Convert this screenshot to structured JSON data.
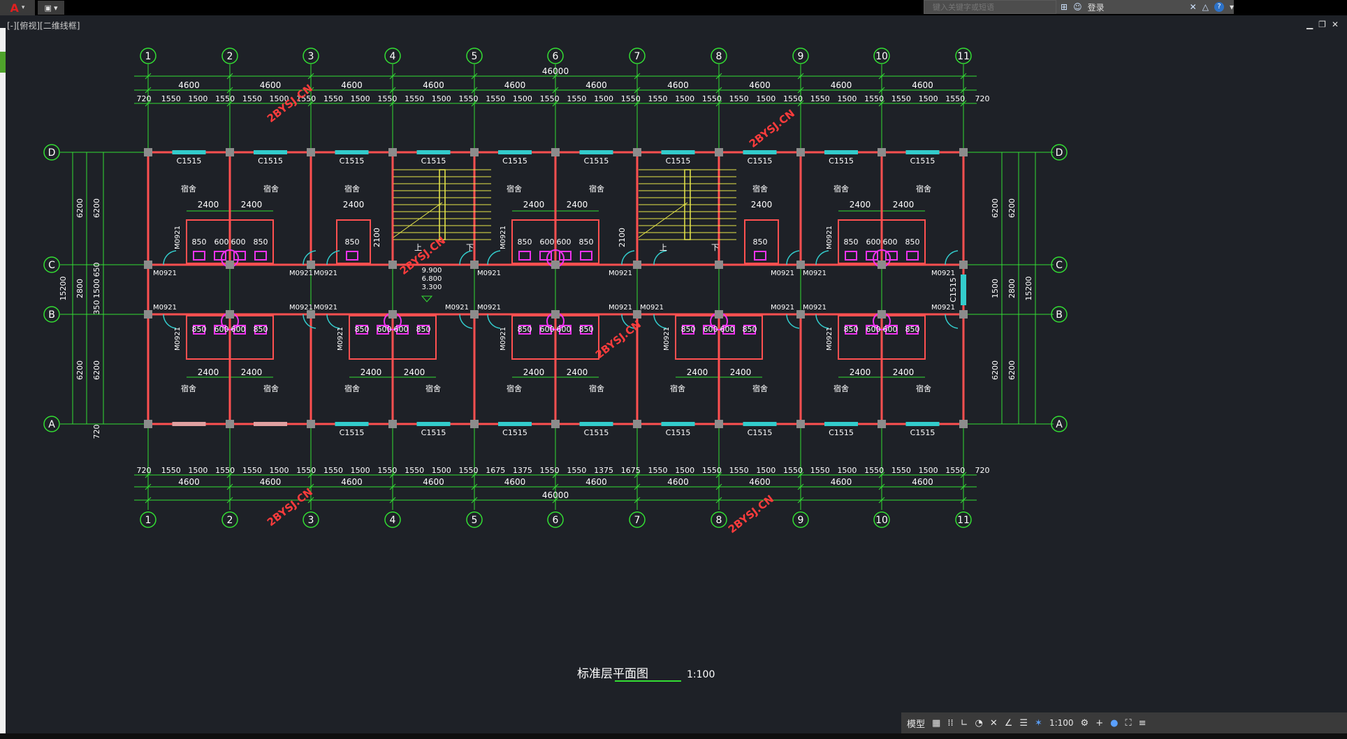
{
  "titlebar": {
    "search_placeholder": "键入关键字或短语",
    "login_label": "登录"
  },
  "viewport": {
    "label": "[-][俯视][二维线框]"
  },
  "drawing": {
    "title": "标准层平面图",
    "scale": "1:100",
    "axis_numbers": [
      "1",
      "2",
      "3",
      "4",
      "5",
      "6",
      "7",
      "8",
      "9",
      "10",
      "11"
    ],
    "axis_letters": [
      "D",
      "C",
      "B",
      "A"
    ],
    "total_dim": "46000",
    "bay_dim": "4600",
    "top_sub_dims": [
      "720",
      "1550",
      "1500",
      "1550",
      "1550",
      "1500",
      "1550",
      "1550",
      "1500",
      "1550",
      "1550",
      "1500",
      "1550",
      "1550",
      "1500",
      "1550",
      "1550",
      "1500",
      "1550",
      "1550",
      "1500",
      "1550",
      "1550",
      "1500",
      "1550",
      "1550",
      "1500",
      "1550",
      "1550",
      "1500",
      "1550",
      "720"
    ],
    "bottom_sub_dims": [
      "720",
      "1550",
      "1500",
      "1550",
      "1550",
      "1500",
      "1550",
      "1550",
      "1500",
      "1550",
      "1550",
      "1500",
      "1550",
      "1675",
      "1375",
      "1550",
      "1550",
      "1375",
      "1675",
      "1550",
      "1500",
      "1550",
      "1550",
      "1500",
      "1550",
      "1550",
      "1500",
      "1550",
      "1550",
      "1500",
      "1550",
      "720"
    ],
    "left_dims": {
      "d_c": "6200",
      "c_b_total": "2800",
      "overall": "15200",
      "cb_parts": [
        "650",
        "1500",
        "350"
      ],
      "b_a": "6200",
      "bottom": "720"
    },
    "window_top": "C1515",
    "window_bottom": "C1515",
    "window_side": "C1515",
    "door": "M0921",
    "room_label": "宿舍",
    "toilet_dims": [
      "2400",
      "2400"
    ],
    "toilet_inner": [
      "850",
      "600",
      "600",
      "850"
    ],
    "stair_dim": "2100",
    "stair_up": "上",
    "stair_down": "下",
    "elevations": [
      "9.900",
      "6.800",
      "3.300"
    ],
    "watermark": "2BYSJ.CN"
  },
  "statusbar": {
    "model_label": "模型",
    "scale_label": "1:100"
  },
  "colors": {
    "axis": "#33dd33",
    "wall": "#ff5050",
    "column": "#8c8c8c",
    "fixture": "#ee33ee",
    "window": "#33cccc",
    "stair": "#e8e84a",
    "watermark": "#ff3c3c"
  }
}
